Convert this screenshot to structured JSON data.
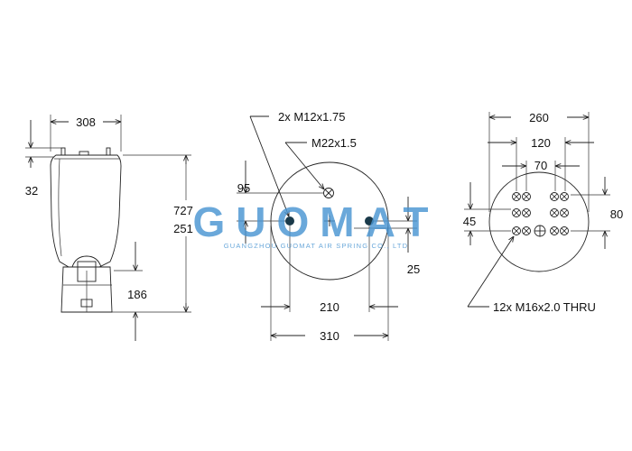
{
  "colors": {
    "line": "#222222",
    "watermark": "#4a95d2",
    "hole_fill": "#1a3a4a"
  },
  "watermark": {
    "brand": "GUOMAT",
    "company": "GUANGZHOU GUOMAT AIR SPRING CO., LTD"
  },
  "side_view": {
    "width_top": "308",
    "bead_height": "32",
    "overall_height": "727",
    "compressed_height": "251",
    "piston_height": "186"
  },
  "top_plate": {
    "thread_label": "2x M12x1.75",
    "air_fitting_label": "M22x1.5",
    "offset_95": "95",
    "offset_25": "25",
    "bolt_spacing": "210",
    "diameter": "310"
  },
  "bottom_plate": {
    "diameter": "260",
    "outer_spacing": "120",
    "inner_spacing": "70",
    "vertical_45": "45",
    "vertical_80": "80",
    "thread_label": "12x M16x2.0 THRU"
  }
}
